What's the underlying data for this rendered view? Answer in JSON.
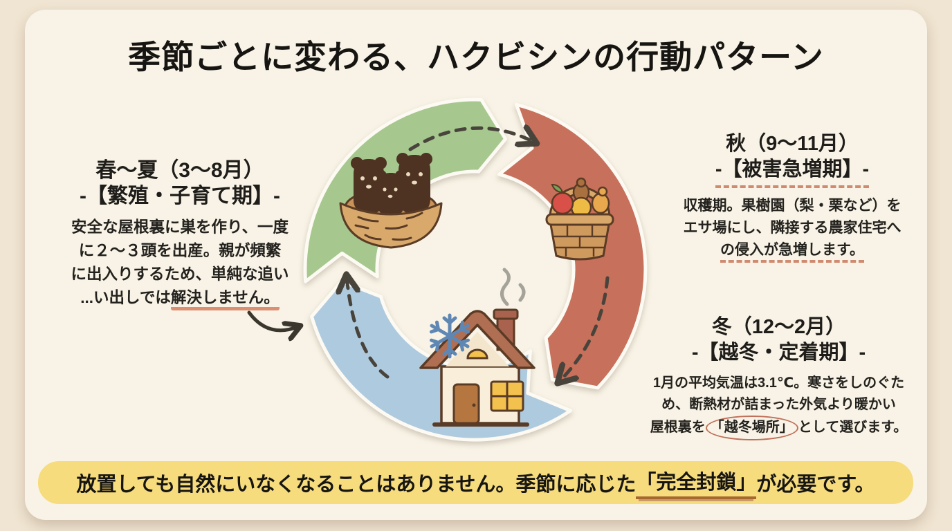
{
  "title": "季節ごとに変わる、ハクビシンの行動パターン",
  "seasons": {
    "spring_summer": {
      "heading": "春〜夏（3〜8月）",
      "subheading": "-【繁殖・子育て期】-",
      "body_lines": [
        "安全な屋根裏に巣を作り、一度",
        "に２〜３頭を出産。親が頻繁",
        "に出入りするため、単純な追い"
      ],
      "last_line_prefix": "...い出しでは",
      "last_line_marked": "解決しません。"
    },
    "autumn": {
      "heading": "秋（9〜11月）",
      "subheading": "-【被害急増期】-",
      "body_lines": [
        "収穫期。果樹園（梨・栗など）を",
        "エサ場にし、隣接する農家住宅へ"
      ],
      "last_line_marked": "の侵入が急増します。"
    },
    "winter": {
      "heading": "冬（12〜2月）",
      "subheading": "-【越冬・定着期】-",
      "body_lines": [
        "1月の平均気温は3.1℃。寒さをしのぐた",
        "め、断熱材が詰まった外気より暖かい"
      ],
      "last_line_prefix": "屋根裏を",
      "last_line_circled": "「越冬場所」",
      "last_line_suffix": "として選びます。"
    }
  },
  "banner": {
    "prefix": "放置しても自然にいなくなることはありません。季節に応じた",
    "marked": "「完全封鎖」",
    "suffix": "が必要です。"
  },
  "cycle": {
    "type": "cycle-diagram",
    "direction": "clockwise",
    "segment_colors": {
      "spring_summer": "#a6c78e",
      "autumn": "#c7705b",
      "winter": "#aecadf"
    },
    "icons": {
      "spring_summer": "nest-with-three-cubs",
      "autumn": "fruit-basket",
      "winter": "house-with-snowflake-and-smoke"
    }
  },
  "colors": {
    "outer_background": "#f0e5d2",
    "card_background": "#f8f3e6",
    "banner_background": "#f6dc7d",
    "accent_underline": "#d98f70",
    "arrow": "#48443c"
  }
}
